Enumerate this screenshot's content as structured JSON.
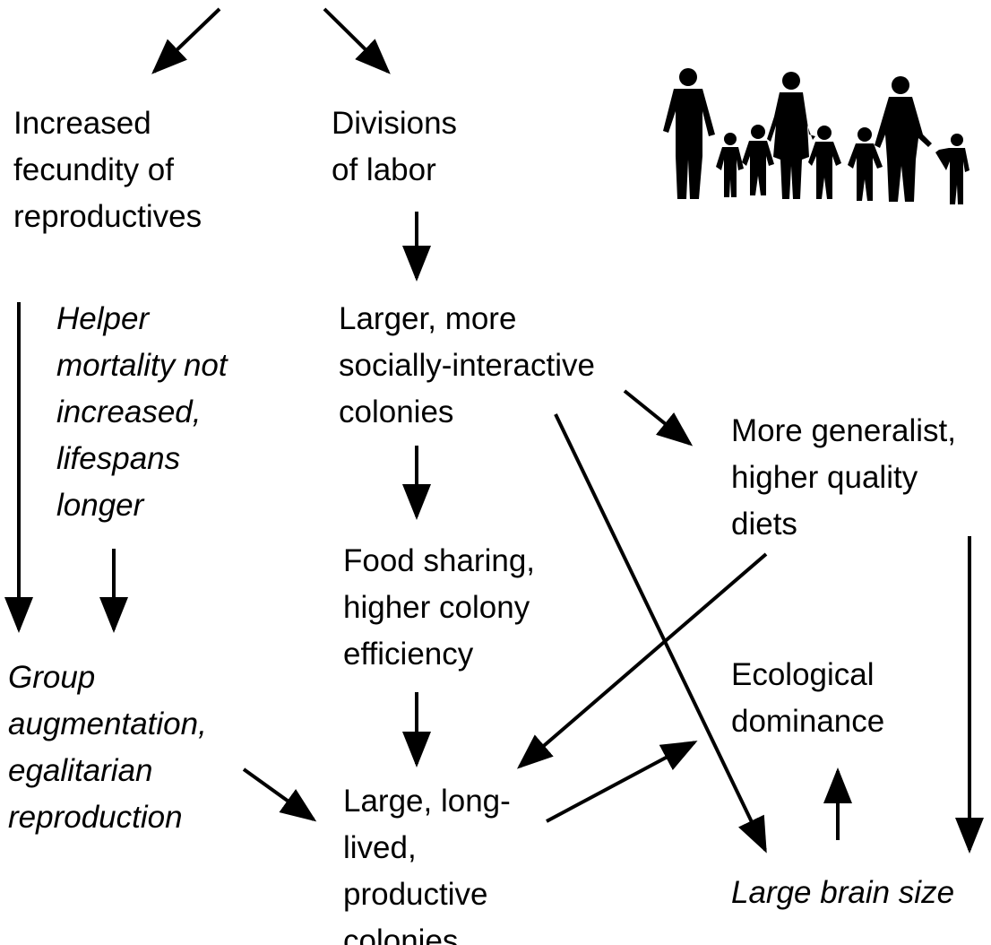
{
  "nodes": {
    "fecundity": "Increased\nfecundity of\nreproductives",
    "divisions": "Divisions\nof labor",
    "helper": "Helper\nmortality not\nincreased,\nlifespans\nlonger",
    "larger_colonies": "Larger, more\nsocially-interactive\ncolonies",
    "generalist": "More generalist,\nhigher quality\ndiets",
    "food_sharing": "Food sharing,\nhigher colony\nefficiency",
    "group_aug": "Group\naugmentation,\negalitarian\nreproduction",
    "ecological": "Ecological\ndominance",
    "large_colonies": "Large, long-\nlived,\nproductive\ncolonies",
    "brain": "Large brain size"
  },
  "colors": {
    "ink": "#000000",
    "background": "#ffffff"
  },
  "icons": {
    "family": "family-silhouette-icon"
  }
}
